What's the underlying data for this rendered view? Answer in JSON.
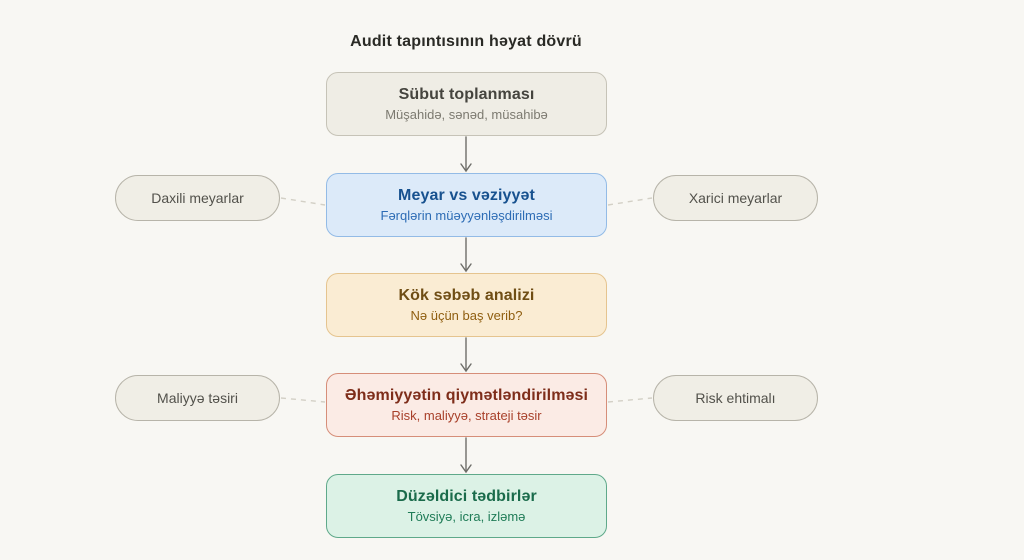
{
  "page": {
    "background": "#F8F7F3",
    "title": "Audit tapıntısının həyat dövrü"
  },
  "palette": {
    "arrow": "#6E6E69",
    "dashed_connector": "#D3D0C6",
    "neutral": {
      "bg": "#EFEDE5",
      "border": "#C6C3B7",
      "title": "#45443E",
      "subtitle": "#7C7A70"
    },
    "blue": {
      "bg": "#DCEAF9",
      "border": "#93BBE6",
      "title": "#17518F",
      "subtitle": "#2D6CB5"
    },
    "amber": {
      "bg": "#FAECD3",
      "border": "#E5C48F",
      "title": "#6F4D14",
      "subtitle": "#8F5E10"
    },
    "red": {
      "bg": "#FBEBE5",
      "border": "#D68E79",
      "title": "#7E2D1A",
      "subtitle": "#A8402A"
    },
    "green": {
      "bg": "#DCF2E6",
      "border": "#5FA98A",
      "title": "#1A6B4B",
      "subtitle": "#1F7C57"
    },
    "pill": {
      "bg": "#F0EEE6",
      "border": "#B7B4A9",
      "text": "#52514B"
    }
  },
  "flow": {
    "steps": [
      {
        "id": "evidence",
        "variant": "neutral",
        "title": "Sübut toplanması",
        "subtitle": "Müşahidə, sənəd, müsahibə"
      },
      {
        "id": "criteria",
        "variant": "blue",
        "title": "Meyar vs vəziyyət",
        "subtitle": "Fərqlərin müəyyənləşdirilməsi"
      },
      {
        "id": "root-cause",
        "variant": "amber",
        "title": "Kök səbəb analizi",
        "subtitle": "Nə üçün baş verib?"
      },
      {
        "id": "significance",
        "variant": "red",
        "title": "Əhəmiyyətin qiymətləndirilməsi",
        "subtitle": "Risk, maliyyə, strateji təsir"
      },
      {
        "id": "corrective",
        "variant": "green",
        "title": "Düzəldici tədbirlər",
        "subtitle": "Tövsiyə, icra, izləmə"
      }
    ],
    "side_notes": [
      {
        "label": "Daxili meyarlar",
        "side": "left",
        "attached_to": "criteria"
      },
      {
        "label": "Xarici meyarlar",
        "side": "right",
        "attached_to": "criteria"
      },
      {
        "label": "Maliyyə təsiri",
        "side": "left",
        "attached_to": "significance"
      },
      {
        "label": "Risk ehtimalı",
        "side": "right",
        "attached_to": "significance"
      }
    ]
  }
}
